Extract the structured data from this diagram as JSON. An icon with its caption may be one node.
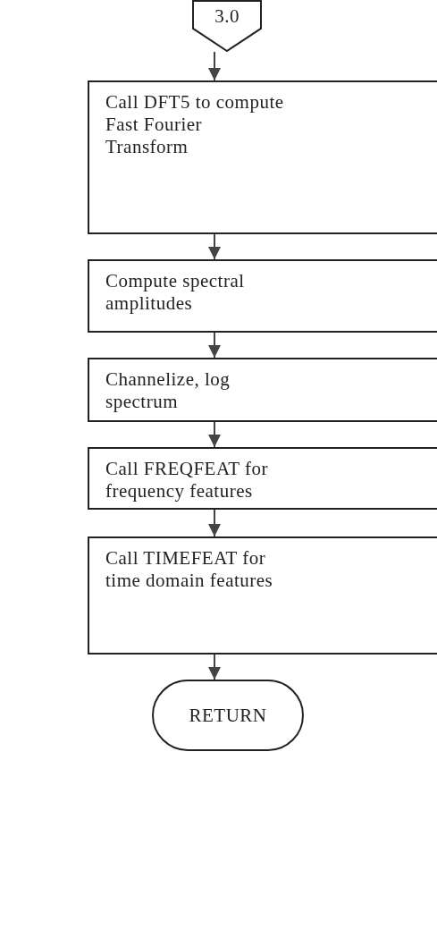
{
  "diagram": {
    "nodes": [
      {
        "text": [
          "3.0"
        ]
      },
      {
        "text": [
          "Call DFT5 to compute Fast Fourier Transform"
        ]
      },
      {
        "text": [
          "Compute spectral amplitudes"
        ]
      },
      {
        "text": [
          "Channelize, log spectrum"
        ]
      },
      {
        "text": [
          "Call FREQFEAT for frequency features"
        ]
      },
      {
        "text": [
          "Call TIMEFEAT for time domain features"
        ]
      },
      {
        "text": [
          "RETURN"
        ]
      }
    ],
    "edges": [
      {
        "from": 0,
        "to": 1,
        "arrow": "to"
      },
      {
        "from": 1,
        "to": 2,
        "arrow": "to"
      },
      {
        "from": 2,
        "to": 3,
        "arrow": "to"
      },
      {
        "from": 3,
        "to": 4,
        "arrow": "to"
      },
      {
        "from": 4,
        "to": 5,
        "arrow": "to"
      },
      {
        "from": 5,
        "to": 6,
        "arrow": "to"
      }
    ]
  }
}
